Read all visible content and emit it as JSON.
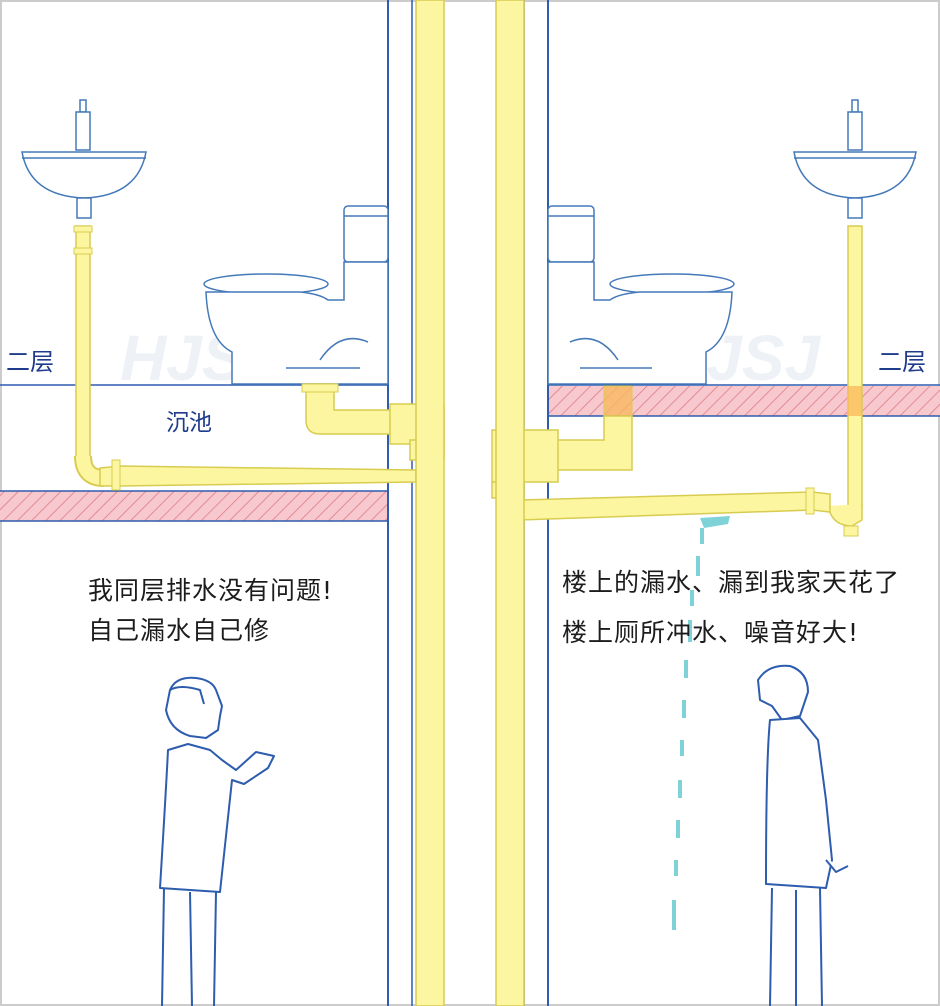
{
  "labels": {
    "floor_left": "二层",
    "floor_right": "二层",
    "sunken_pit": "沉池"
  },
  "speech": {
    "left": [
      "我同层排水没有问题!",
      "自己漏水自己修"
    ],
    "right": [
      "楼上的漏水、漏到我家天花了",
      "楼上厕所冲水、噪音好大!"
    ]
  },
  "watermark": "HJSJ",
  "colors": {
    "pipe_fill": "#FCF6A0",
    "pipe_stroke": "#D8CC50",
    "line_blue": "#2E5CAE",
    "slab_fill": "#F7C9CE",
    "slab_hatch": "#E48A94",
    "water": "#7FD3D8",
    "outline": "#4479B8",
    "label_blue": "#1F3C8C"
  }
}
